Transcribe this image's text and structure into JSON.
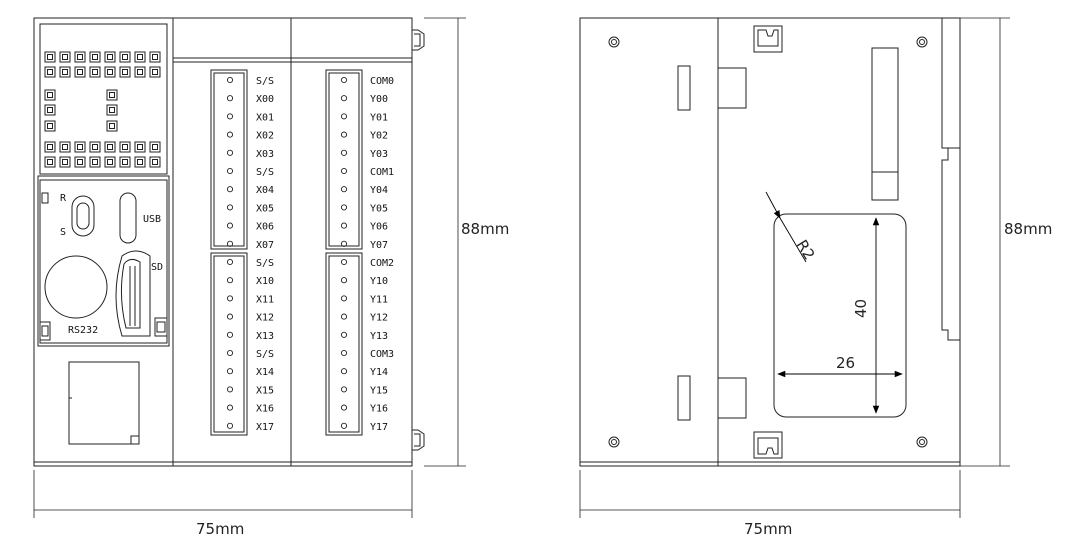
{
  "front_view": {
    "width_label": "75mm",
    "height_label": "88mm",
    "switch_top": "R",
    "switch_bottom": "S",
    "usb_label": "USB",
    "sd_label": "SD",
    "rs232_label": "RS232",
    "input_terminals_upper": [
      "S/S",
      "X00",
      "X01",
      "X02",
      "X03",
      "S/S",
      "X04",
      "X05",
      "X06",
      "X07"
    ],
    "input_terminals_lower": [
      "S/S",
      "X10",
      "X11",
      "X12",
      "X13",
      "S/S",
      "X14",
      "X15",
      "X16",
      "X17"
    ],
    "output_terminals_upper": [
      "COM0",
      "Y00",
      "Y01",
      "Y02",
      "Y03",
      "COM1",
      "Y04",
      "Y05",
      "Y06",
      "Y07"
    ],
    "output_terminals_lower": [
      "COM2",
      "Y10",
      "Y11",
      "Y12",
      "Y13",
      "COM3",
      "Y14",
      "Y15",
      "Y16",
      "Y17"
    ]
  },
  "back_view": {
    "width_label": "75mm",
    "height_label": "88mm",
    "cutout_width": "26",
    "cutout_height": "40",
    "corner_radius": "R2"
  }
}
